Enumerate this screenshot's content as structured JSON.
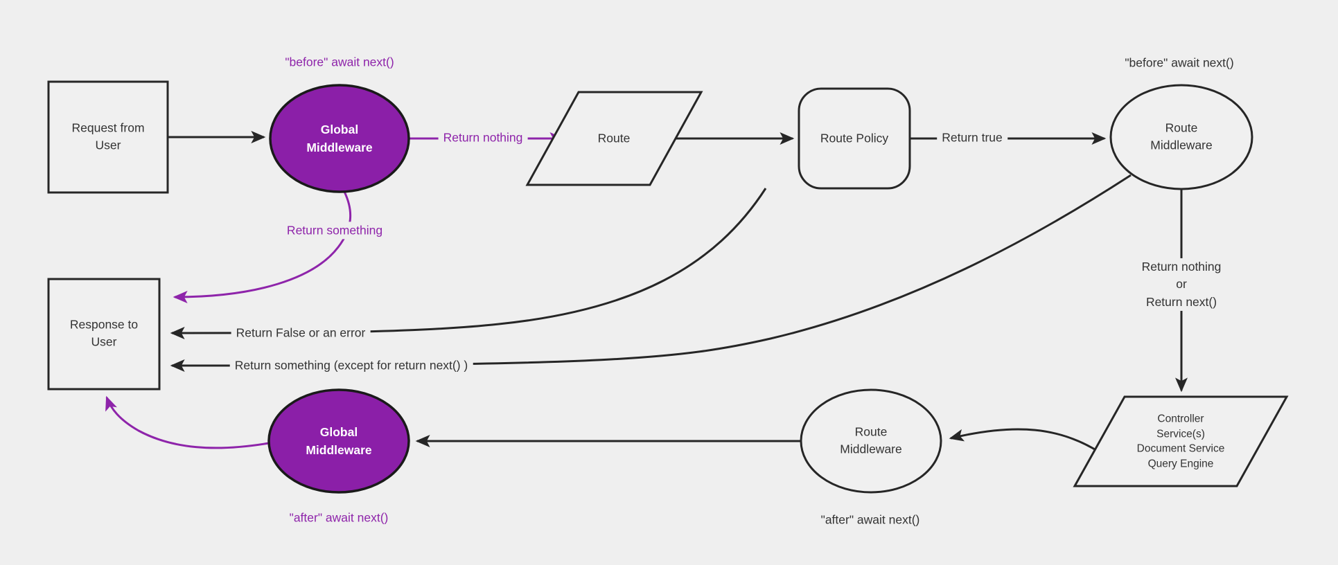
{
  "colors": {
    "background": "#efefef",
    "node_fill": "#f0f0f0",
    "stroke": "#262626",
    "text": "#333333",
    "purple_fill": "#8b1fa8",
    "purple": "#8e24aa",
    "white_text": "#ffffff"
  },
  "nodes": {
    "request_from_user": {
      "label": "Request from\nUser",
      "shape": "rectangle"
    },
    "global_middleware_before": {
      "label": "Global\nMiddleware",
      "shape": "ellipse"
    },
    "route": {
      "label": "Route",
      "shape": "parallelogram"
    },
    "route_policy": {
      "label": "Route Policy",
      "shape": "rounded-rectangle"
    },
    "route_middleware_before": {
      "label": "Route\nMiddleware",
      "shape": "ellipse"
    },
    "controller": {
      "label": "Controller\nService(s)\nDocument Service\nQuery Engine",
      "shape": "parallelogram"
    },
    "route_middleware_after": {
      "label": "Route\nMiddleware",
      "shape": "ellipse"
    },
    "global_middleware_after": {
      "label": "Global\nMiddleware",
      "shape": "ellipse"
    },
    "response_to_user": {
      "label": "Response to\nUser",
      "shape": "rectangle"
    }
  },
  "edge_labels": {
    "before_await_next_global": "\"before\" await next()",
    "return_nothing": "Return nothing",
    "return_true": "Return true",
    "before_await_next_route": "\"before\" await next()",
    "return_nothing_or_next": "Return nothing\nor\nReturn next()",
    "return_something": "Return something",
    "return_false_or_error": "Return False or an error",
    "return_something_except": "Return something (except for return next() )",
    "after_await_next_route": "\"after\" await next()",
    "after_await_next_global": "\"after\" await next()"
  }
}
